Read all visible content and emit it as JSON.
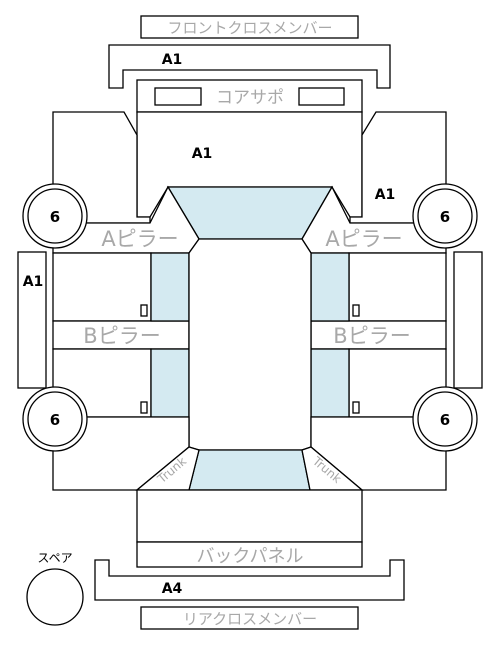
{
  "labels": {
    "front_cross_member": "フロントクロスメンバー",
    "rear_cross_member": "リアクロスメンバー",
    "core_support": "コアサポ",
    "a_pillar": "Aピラー",
    "b_pillar": "Bピラー",
    "back_panel": "バックパネル",
    "spare": "スペア",
    "trunk": "Trunk"
  },
  "grades": {
    "front_member": "A1",
    "core_area": "A1",
    "right_apron": "A1",
    "left_side": "A1",
    "rear_member": "A4",
    "tire_front_left": "6",
    "tire_front_right": "6",
    "tire_rear_left": "6",
    "tire_rear_right": "6"
  }
}
